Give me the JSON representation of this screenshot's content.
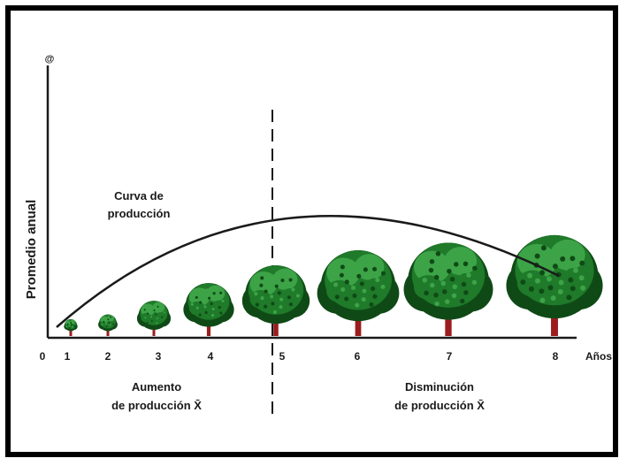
{
  "y_axis_label": "Promedio anual",
  "y_axis_top_mark": "@",
  "x_axis_unit": "Años",
  "x_ticks": [
    "0",
    "1",
    "2",
    "3",
    "4",
    "5",
    "6",
    "7",
    "8"
  ],
  "curve_label": {
    "line1": "Curva de",
    "line2": "producción"
  },
  "left_caption": {
    "line1": "Aumento",
    "line2": "de producción X̄"
  },
  "right_caption": {
    "line1": "Disminución",
    "line2": "de producción X̄"
  },
  "trees": [
    {
      "year": 1,
      "size": 0.08
    },
    {
      "year": 2,
      "size": 0.16
    },
    {
      "year": 3,
      "size": 0.28
    },
    {
      "year": 4,
      "size": 0.42
    },
    {
      "year": 5,
      "size": 0.56
    },
    {
      "year": 6,
      "size": 0.68
    },
    {
      "year": 7,
      "size": 0.74
    },
    {
      "year": 8,
      "size": 0.8
    }
  ],
  "colors": {
    "foliage": "#1f7a2a",
    "foliage_dark": "#0f4a16",
    "foliage_light": "#3da347",
    "trunk": "#9b1d1d",
    "line": "#1a1a1a"
  }
}
